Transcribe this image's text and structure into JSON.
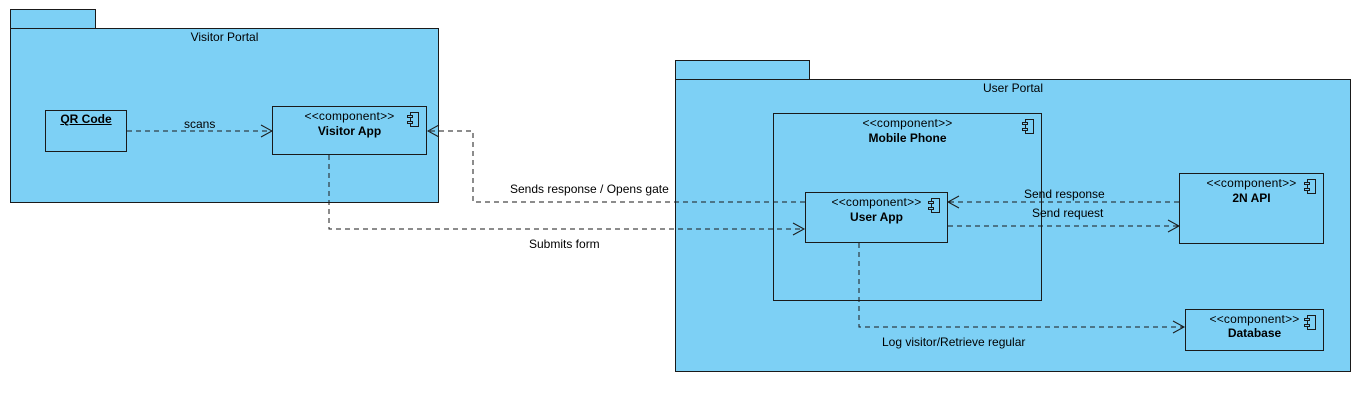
{
  "packages": {
    "visitor_portal": {
      "title": "Visitor Portal"
    },
    "user_portal": {
      "title": "User Portal"
    }
  },
  "qr_code": {
    "name": "QR Code"
  },
  "components": {
    "visitor_app": {
      "stereotype": "<<component>>",
      "name": "Visitor App"
    },
    "mobile_phone": {
      "stereotype": "<<component>>",
      "name": "Mobile Phone"
    },
    "user_app": {
      "stereotype": "<<component>>",
      "name": "User App"
    },
    "api_2n": {
      "stereotype": "<<component>>",
      "name": "2N API"
    },
    "database": {
      "stereotype": "<<component>>",
      "name": "Database"
    }
  },
  "links": {
    "scans": "scans",
    "sends_response_opens_gate": "Sends response / Opens gate",
    "submits_form": "Submits form",
    "send_response": "Send response",
    "send_request": "Send request",
    "log_visitor": "Log visitor/Retrieve regular"
  },
  "colors": {
    "fill": "#7dd0f5",
    "stroke": "#1a1a1a"
  }
}
